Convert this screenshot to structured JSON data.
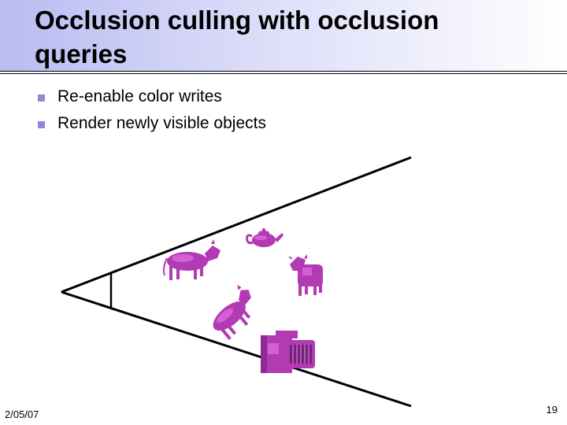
{
  "slide": {
    "title_line1": "Occlusion culling with occlusion",
    "title_line2": "queries",
    "bullets": [
      "Re-enable color writes",
      "Render newly visible objects"
    ],
    "date": "2/05/07",
    "page_number": "19"
  },
  "colors": {
    "object_fill": "#b23ab2",
    "object_shade": "#7a1f80",
    "bullet": "#8a8ad6"
  },
  "icons": [
    "cow-icon",
    "teapot-icon",
    "camera-icon"
  ]
}
